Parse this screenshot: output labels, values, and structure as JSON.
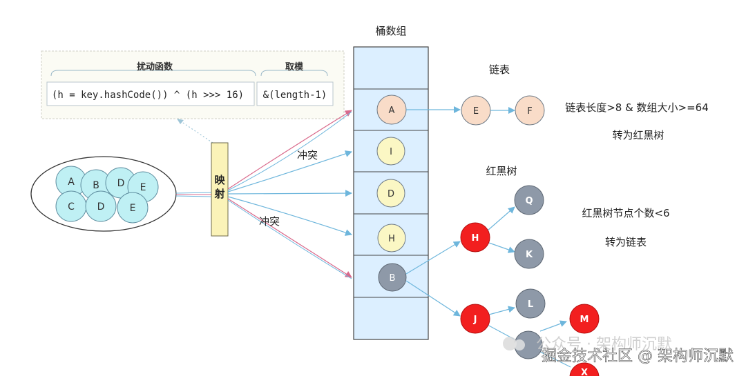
{
  "bucket_title": "桶数组",
  "hash_box": {
    "label_perturb": "扰动函数",
    "label_mod": "取模",
    "expr_hash": "(h = key.hashCode()) ^ (h >>> 16)",
    "expr_mod": "&(length-1)"
  },
  "map_label_1": "映",
  "map_label_2": "射",
  "conflict_label": "冲突",
  "input_keys": [
    "A",
    "B",
    "D",
    "E",
    "C",
    "D",
    "E"
  ],
  "buckets": [
    "A",
    "I",
    "D",
    "H",
    "B"
  ],
  "linked_list": {
    "title": "链表",
    "nodes": [
      "E",
      "F"
    ]
  },
  "rb_tree": {
    "title": "红黑树",
    "nodes": [
      "Q",
      "H",
      "K",
      "J",
      "L",
      "M",
      "X"
    ]
  },
  "rules": {
    "to_tree_line1": "链表长度>8 & 数组大小>=64",
    "to_tree_line2": "转为红黑树",
    "to_list_line1": "红黑树节点个数<6",
    "to_list_line2": "转为链表"
  },
  "watermark": {
    "line1": "公众号 · 架构师沉默",
    "line2": "掘金技术社区 @ 架构师沉默"
  },
  "colors": {
    "bucket_fill": "#dcefff",
    "node_peach": "#f9dcc8",
    "node_yellow": "#fbf7c4",
    "node_gray": "#8e99a8",
    "node_red": "#f21f1f",
    "node_cyan": "#bff0f4",
    "map_bar": "#fbf3b8",
    "arrow_blue": "#6eb6dc",
    "arrow_pink": "#d96a8c"
  }
}
